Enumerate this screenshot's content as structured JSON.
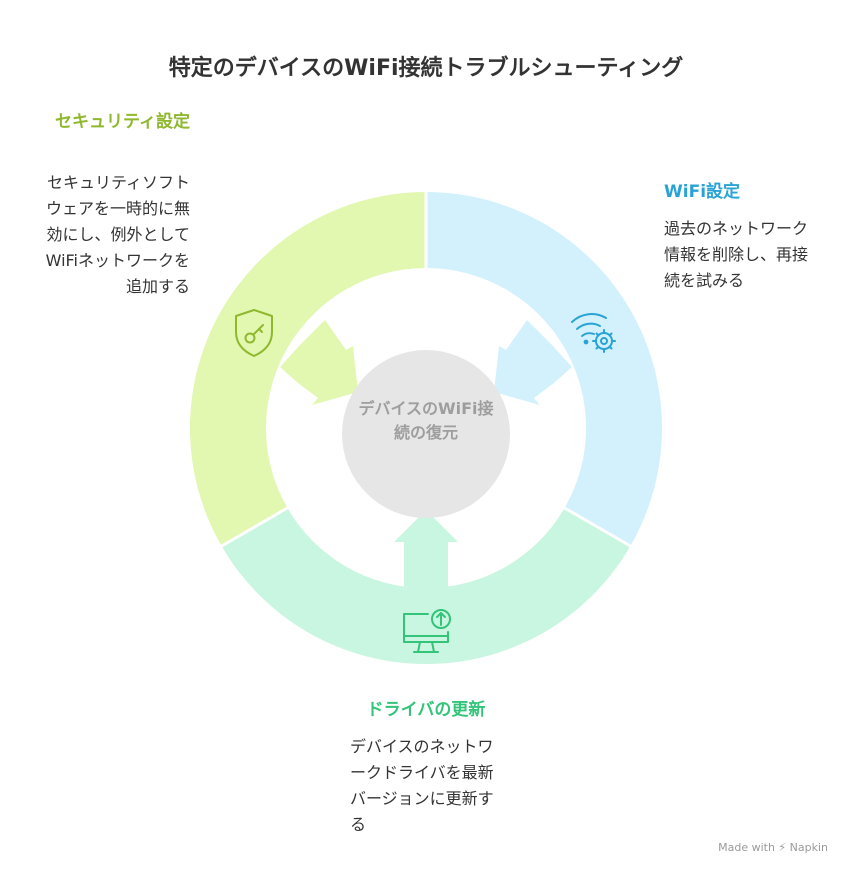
{
  "title": "特定のデバイスのWiFi接続トラブルシューティング",
  "center_label": "デバイスのWiFi接続の復元",
  "segments": {
    "security": {
      "heading": "セキュリティ設定",
      "description": "セキュリティソフトウェアを一時的に無効にし、例外としてWiFiネットワークを追加する",
      "color": "#e2f7b0",
      "icon": "shield-key-icon"
    },
    "wifi": {
      "heading": "WiFi設定",
      "description": "過去のネットワーク情報を削除し、再接続を試みる",
      "color": "#d3f1fc",
      "icon": "wifi-gear-icon"
    },
    "driver": {
      "heading": "ドライバの更新",
      "description": "デバイスのネットワークドライバを最新バージョンに更新する",
      "color": "#c9f6e0",
      "icon": "monitor-upload-icon"
    }
  },
  "footer": "Made with ⚡ Napkin"
}
